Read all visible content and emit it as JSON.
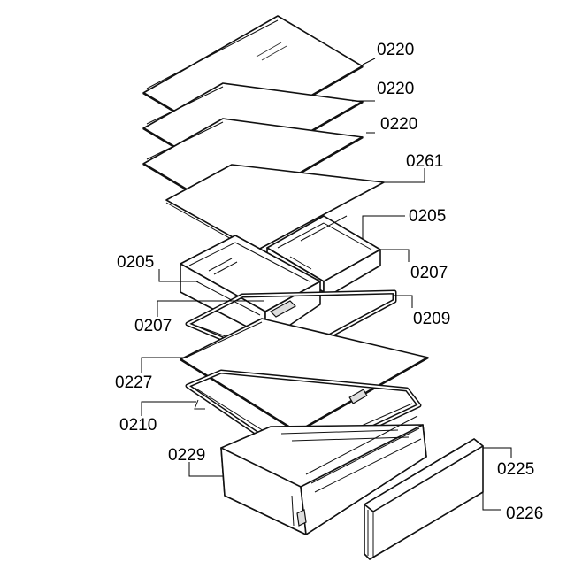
{
  "callouts": {
    "c1": "0220",
    "c2": "0220",
    "c3": "0220",
    "c4": "0261",
    "c5": "0205",
    "c6": "0205",
    "c7": "0207",
    "c8": "0207",
    "c9": "0209",
    "c10": "0227",
    "c11": "0210",
    "c12": "0229",
    "c13": "0225",
    "c14": "0226"
  }
}
